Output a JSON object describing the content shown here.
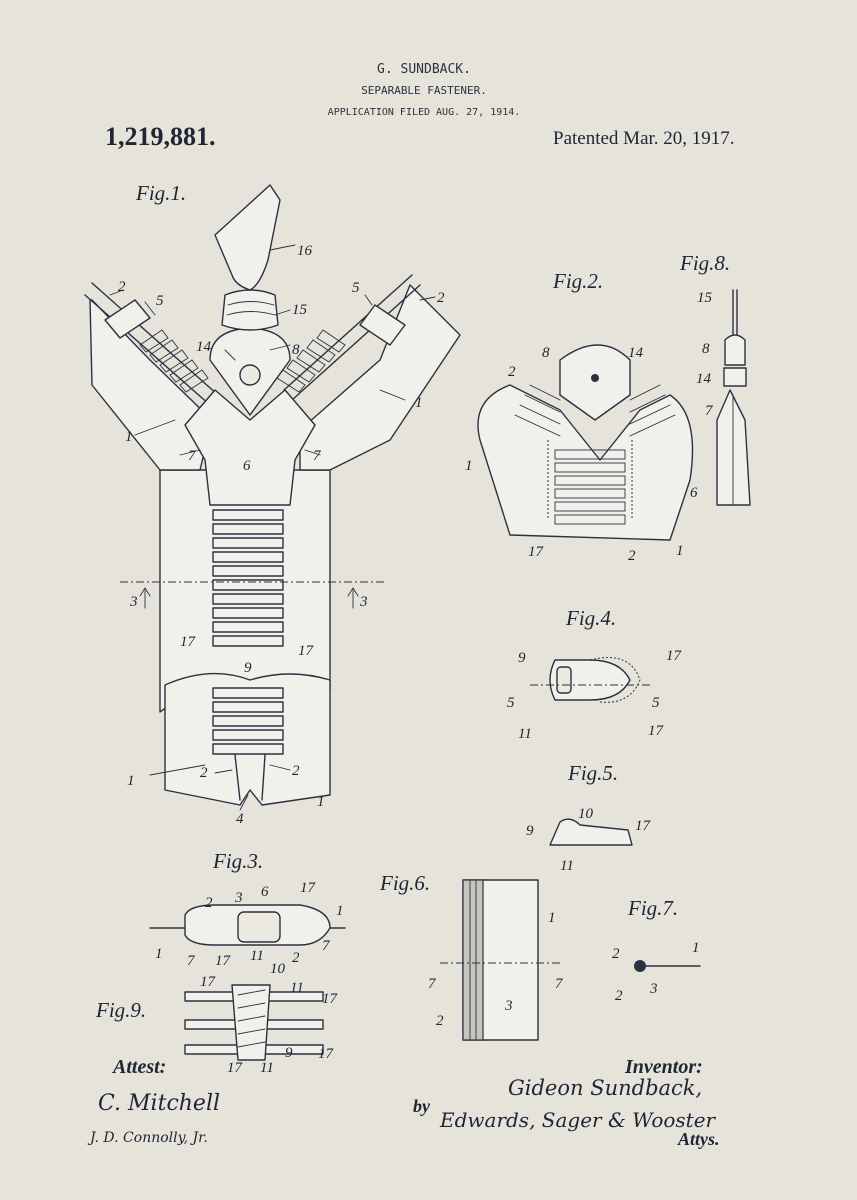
{
  "header": {
    "inventor_name": "G. SUNDBACK.",
    "title": "SEPARABLE FASTENER.",
    "filed": "APPLICATION FILED AUG. 27, 1914.",
    "patent_number": "1,219,881.",
    "patented": "Patented Mar. 20, 1917."
  },
  "figures": {
    "fig1": "Fig.1.",
    "fig2": "Fig.2.",
    "fig3": "Fig.3.",
    "fig4": "Fig.4.",
    "fig5": "Fig.5.",
    "fig6": "Fig.6.",
    "fig7": "Fig.7.",
    "fig8": "Fig.8.",
    "fig9": "Fig.9."
  },
  "labels": {
    "n1": "1",
    "n2": "2",
    "n3": "3",
    "n4": "4",
    "n5": "5",
    "n6": "6",
    "n7": "7",
    "n8": "8",
    "n9": "9",
    "n10": "10",
    "n11": "11",
    "n14": "14",
    "n15": "15",
    "n16": "16",
    "n17": "17"
  },
  "signatures": {
    "attest_label": "Attest:",
    "witness1": "C. Mitchell",
    "witness2": "J. D. Connolly, Jr.",
    "inventor_label": "Inventor:",
    "inventor_signature": "Gideon Sundback,",
    "by": "by",
    "attorneys_signature": "Edwards, Sager & Wooster",
    "attys": "Attys."
  },
  "colors": {
    "paper": "#e6e3db",
    "ink": "#2a3241"
  }
}
